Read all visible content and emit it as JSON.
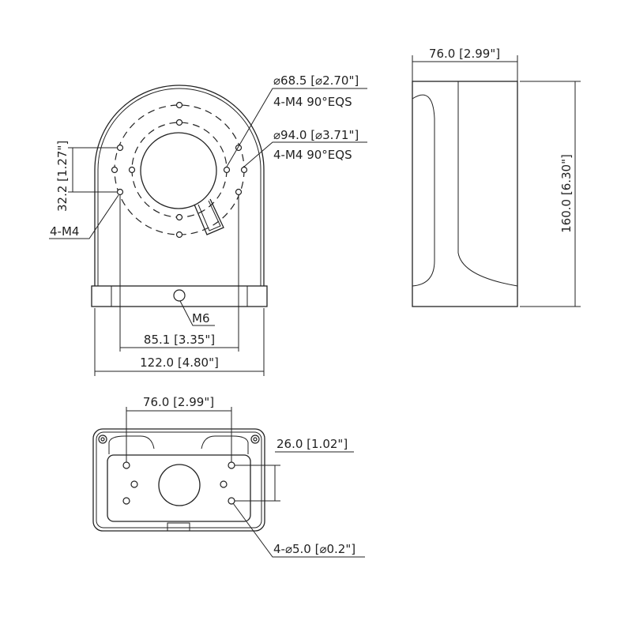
{
  "front_view": {
    "outer_pcd": "⌀68.5 [⌀2.70\"]",
    "outer_pcd_holes": "4-M4 90°EQS",
    "inner_pcd": "⌀94.0 [⌀3.71\"]",
    "inner_pcd_holes": "4-M4 90°EQS",
    "side_spacing": "32.2 [1.27\"]",
    "side_holes": "4-M4",
    "bottom_hole": "M6",
    "hole_spacing_width": "85.1 [3.35\"]",
    "overall_width": "122.0 [4.80\"]"
  },
  "side_view": {
    "depth": "76.0 [2.99\"]",
    "height": "160.0 [6.30\"]"
  },
  "bottom_view": {
    "hole_spacing_x": "76.0 [2.99\"]",
    "hole_spacing_y": "26.0 [1.02\"]",
    "mount_holes": "4-⌀5.0 [⌀0.2\"]"
  }
}
